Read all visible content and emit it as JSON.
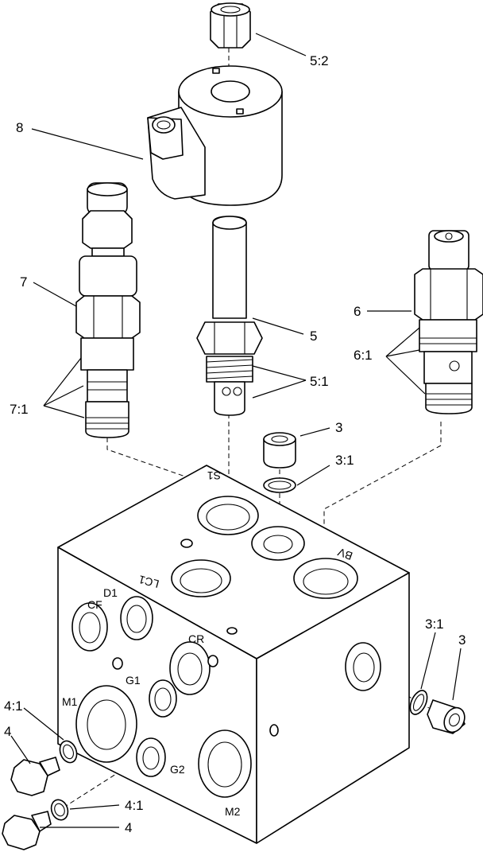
{
  "callouts": {
    "c_5_2": "5:2",
    "c_8": "8",
    "c_7": "7",
    "c_5": "5",
    "c_6": "6",
    "c_6_1": "6:1",
    "c_5_1": "5:1",
    "c_7_1": "7:1",
    "c_3_top": "3",
    "c_3_1_top": "3:1",
    "c_3_1_right": "3:1",
    "c_3_right": "3",
    "c_4_1_upper": "4:1",
    "c_4_upper": "4",
    "c_4_1_lower": "4:1",
    "c_4_lower": "4"
  },
  "ports": {
    "s1": "S1",
    "lc1": "LC1",
    "bv": "BV",
    "d1": "D1",
    "cf": "CF",
    "cr": "CR",
    "g1": "G1",
    "m1": "M1",
    "g2": "G2",
    "m2": "M2"
  }
}
